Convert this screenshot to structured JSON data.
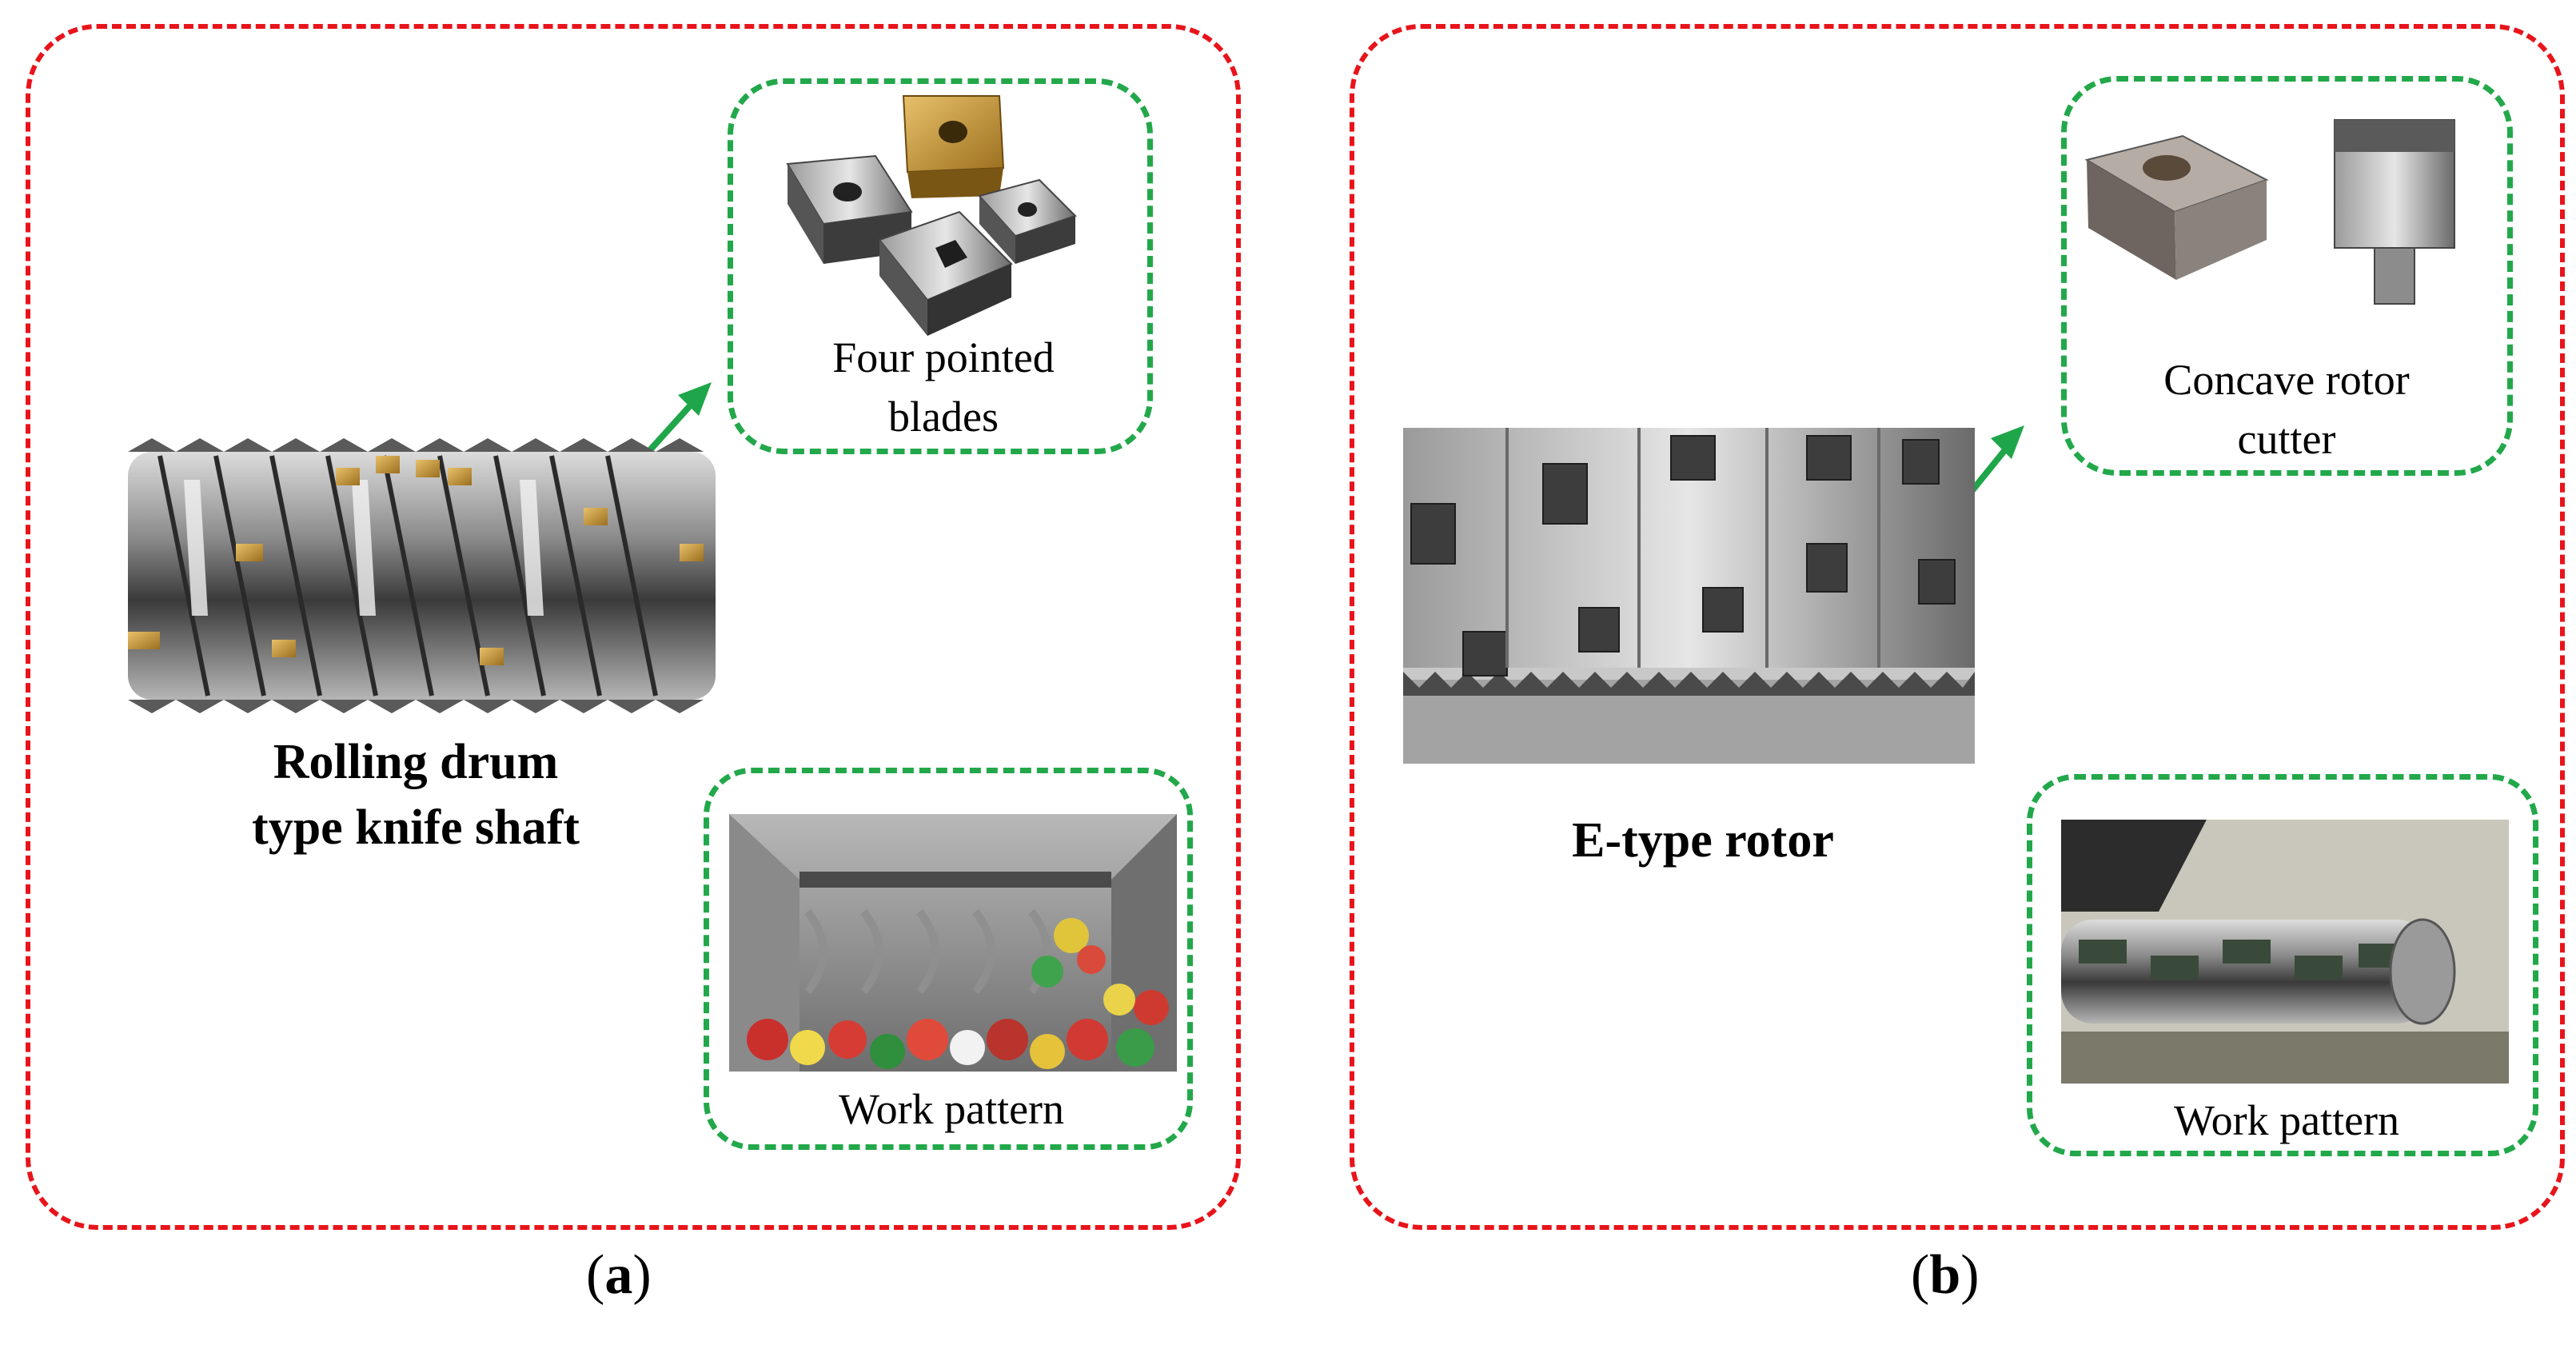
{
  "panel_a": {
    "label_open": "(",
    "label_letter": "a",
    "label_close": ")",
    "main_label_line1": "Rolling drum",
    "main_label_line2": "type knife shaft",
    "blades_caption_line1": "Four pointed",
    "blades_caption_line2": "blades",
    "work_caption": "Work pattern"
  },
  "panel_b": {
    "label_open": "(",
    "label_letter": "b",
    "label_close": ")",
    "main_label": "E-type rotor",
    "cutter_caption_line1": "Concave rotor",
    "cutter_caption_line2": "cutter",
    "work_caption": "Work pattern"
  },
  "colors": {
    "outer_border": "#e8141b",
    "inner_border": "#22a84a",
    "arrow": "#1fa64a"
  }
}
